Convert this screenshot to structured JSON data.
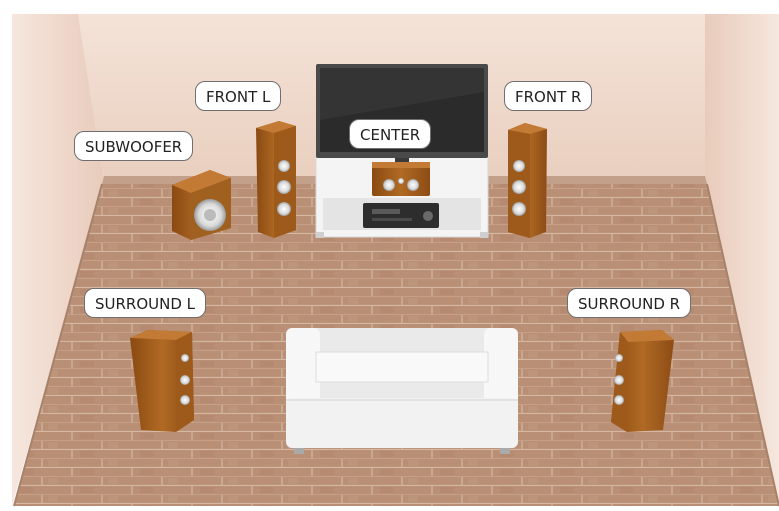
{
  "speakers": {
    "front_l": "FRONT L",
    "front_r": "FRONT R",
    "center": "CENTER",
    "subwoofer": "SUBWOOFER",
    "surround_l": "SURROUND L",
    "surround_r": "SURROUND R"
  },
  "colors": {
    "wall": "#efd6c8",
    "floor": "#b98f75",
    "speaker_wood": "#a05c1c",
    "tv_screen": "#2b2b2b",
    "furniture": "#f2f2f2"
  },
  "icons": [
    "tv-icon",
    "av-receiver-icon",
    "sofa-icon",
    "speaker-icon",
    "subwoofer-icon"
  ]
}
